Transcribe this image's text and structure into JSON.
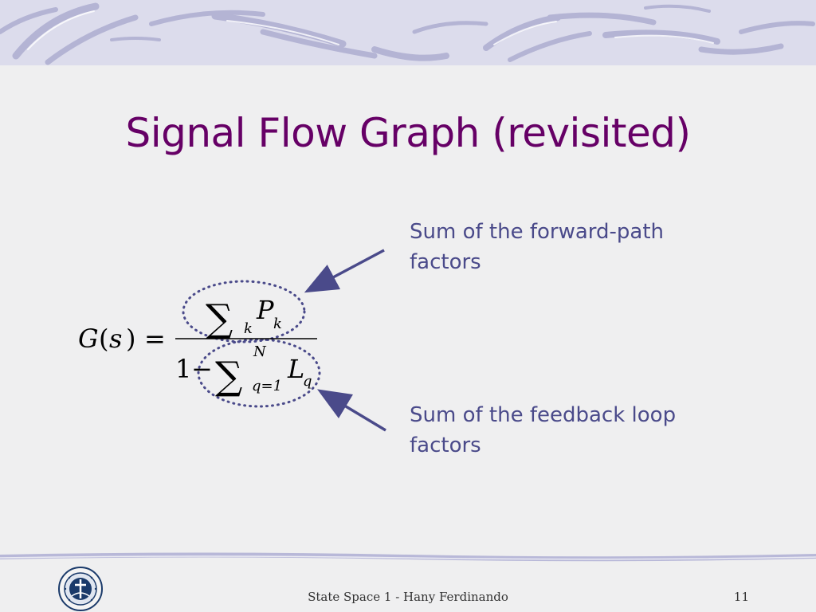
{
  "slide": {
    "title": "Signal Flow Graph (revisited)",
    "annotations": [
      {
        "lines": [
          "Sum of the forward-path",
          "factors"
        ]
      },
      {
        "lines": [
          "Sum of the feedback loop",
          "factors"
        ]
      }
    ],
    "equation": {
      "lhs_G": "G",
      "lhs_paren_open": "(",
      "lhs_s": "s",
      "lhs_paren_close": ")",
      "equals": "=",
      "numerator_sum": "∑",
      "numerator_sub": "k",
      "numerator_P": "P",
      "numerator_P_sub": "k",
      "denominator_one": "1",
      "denominator_minus": "−",
      "denominator_sum": "∑",
      "denominator_sup": "N",
      "denominator_sub": "q=1",
      "denominator_L": "L",
      "denominator_L_sub": "q"
    },
    "colors": {
      "title": "#660066",
      "annotation": "#4a4a8a",
      "arrow": "#4a4a8a",
      "dotted_ellipse": "#4a4a8a"
    }
  },
  "footer": {
    "text": "State Space 1 - Hany Ferdinando",
    "page_number": "11",
    "logo_icon": "university-seal-icon"
  }
}
